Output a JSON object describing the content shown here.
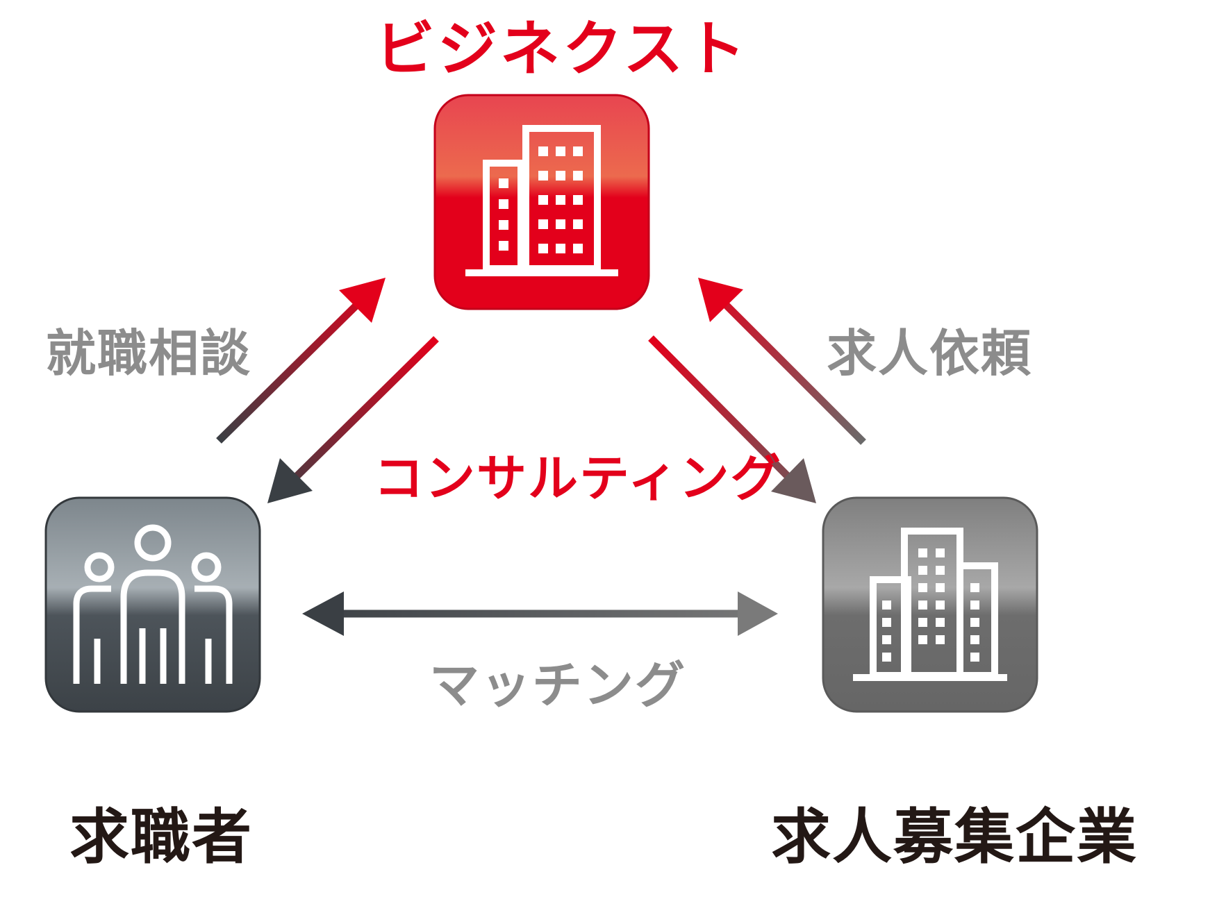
{
  "title": "ビジネクスト",
  "nodes": {
    "company": {
      "label": "ビジネクスト",
      "icon": "office-building-icon",
      "color": "#e3001b"
    },
    "job_seeker": {
      "label": "求職者",
      "icon": "people-group-icon",
      "color": "#4a5055"
    },
    "employer": {
      "label": "求人募集企業",
      "icon": "office-building-icon",
      "color": "#6e6e6e"
    }
  },
  "edges": {
    "job_consultation": "就職相談",
    "job_request": "求人依頼",
    "consulting": "コンサルティング",
    "matching": "マッチング"
  },
  "colors": {
    "brand_red": "#e3001b",
    "dark_gray": "#3a4045",
    "mid_gray": "#8c8c8c",
    "text_dark": "#231815"
  }
}
